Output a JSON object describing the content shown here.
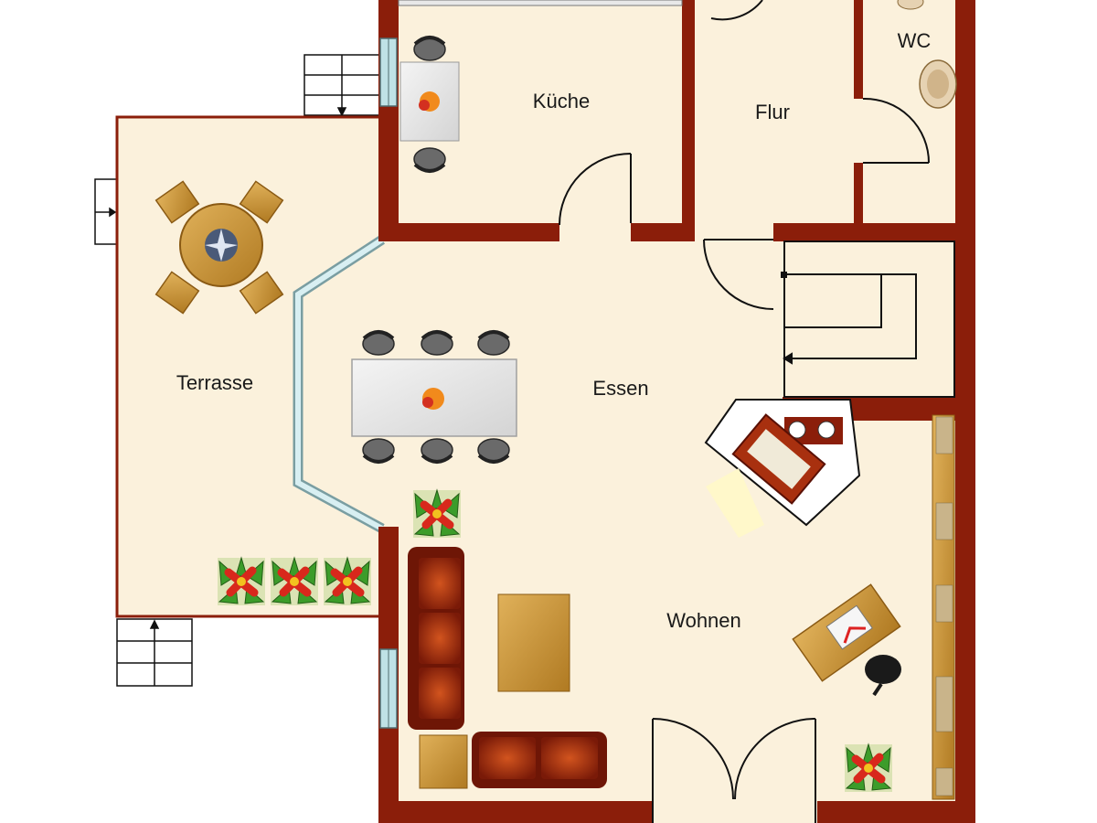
{
  "rooms": {
    "kueche": "Küche",
    "flur": "Flur",
    "wc": "WC",
    "terrasse": "Terrasse",
    "essen": "Essen",
    "wohnen": "Wohnen"
  },
  "colors": {
    "wall": "#8b1e0a",
    "floor": "#fbf1dc",
    "outside": "#ffffff",
    "window": "#bfe2e6",
    "wood": "#c8922f",
    "sofa": "#a8300f",
    "chair": "#555555",
    "plant_leaf": "#3c9c2a",
    "plant_flower": "#d8281c"
  },
  "icons": {
    "stairs_outside": "stair-steps-icon",
    "table_round": "round-table-icon",
    "umbrella": "umbrella-icon",
    "plant": "potted-plant-icon",
    "fireplace": "fireplace-icon",
    "desk": "desk-icon"
  }
}
